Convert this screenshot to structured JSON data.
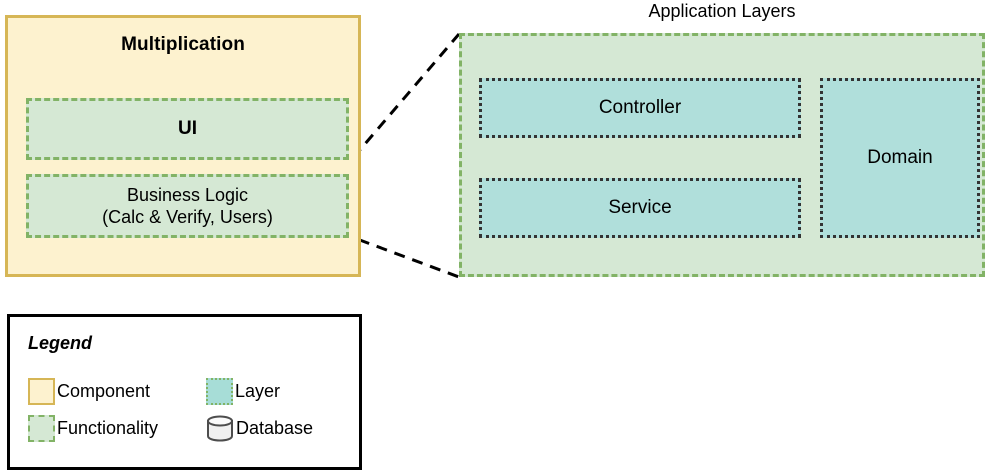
{
  "diagram": {
    "component": {
      "title": "Multiplication",
      "functionalities": [
        {
          "label": "UI"
        },
        {
          "label": "Business Logic\n(Calc & Verify, Users)"
        }
      ]
    },
    "application_layers": {
      "title": "Application Layers",
      "layers": [
        {
          "label": "Controller"
        },
        {
          "label": "Service"
        },
        {
          "label": "Domain"
        }
      ]
    },
    "legend": {
      "title": "Legend",
      "items": [
        {
          "label": "Component",
          "icon": "square-outline-icon",
          "color": "#fdf2cf",
          "border_color": "#d6b656"
        },
        {
          "label": "Layer",
          "icon": "square-dotted-icon",
          "color": "#a7ddd7",
          "border_color": "#82b366"
        },
        {
          "label": "Functionality",
          "icon": "square-dashed-icon",
          "color": "#d5e8d4",
          "border_color": "#82b366"
        },
        {
          "label": "Database",
          "icon": "database-cylinder-icon",
          "color": "#f0f0f0",
          "border_color": "#4d4d4d"
        }
      ]
    },
    "colors": {
      "component_fill": "#fdf2cf",
      "component_stroke": "#d6b656",
      "functionality_fill": "#d5e8d4",
      "functionality_stroke": "#82b366",
      "layer_fill": "#b0dfdb",
      "layer_stroke": "#333333",
      "connector_stroke": "#000000",
      "legend_stroke": "#000000",
      "background": "#ffffff"
    }
  }
}
